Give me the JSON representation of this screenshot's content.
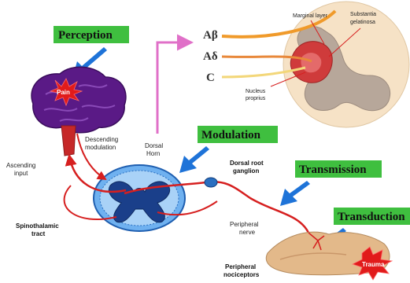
{
  "stages": {
    "perception": "Perception",
    "modulation": "Modulation",
    "transmission": "Transmission",
    "transduction": "Transduction"
  },
  "fibers": {
    "a_beta": "Aβ",
    "a_delta": "Aδ",
    "c": "C"
  },
  "labels": {
    "marginal_layer": "Marginal layer",
    "substantia_gelatinosa_1": "Substantia",
    "substantia_gelatinosa_2": "gelatinosa",
    "nucleus_proprius_1": "Nucleus",
    "nucleus_proprius_2": "proprius",
    "pain": "Pain",
    "descending_modulation_1": "Descending",
    "descending_modulation_2": "modulation",
    "dorsal_horn_1": "Dorsal",
    "dorsal_horn_2": "Horn",
    "ascending_input_1": "Ascending",
    "ascending_input_2": "input",
    "dorsal_root_ganglion_1": "Dorsal root",
    "dorsal_root_ganglion_2": "ganglion",
    "spinothalamic_tract_1": "Spinothalamic",
    "spinothalamic_tract_2": "tract",
    "peripheral_nerve_1": "Peripheral",
    "peripheral_nerve_2": "nerve",
    "peripheral_nociceptors_1": "Peripheral",
    "peripheral_nociceptors_2": "nociceptors",
    "trauma": "Trauma"
  },
  "colors": {
    "stage_box": "#3fbf3f",
    "arrow_blue": "#1e73d8",
    "brain": "#5a1a86",
    "nerve_red": "#d61f1f",
    "cord_blue": "#4a90e2",
    "skin": "#e3b98a"
  }
}
